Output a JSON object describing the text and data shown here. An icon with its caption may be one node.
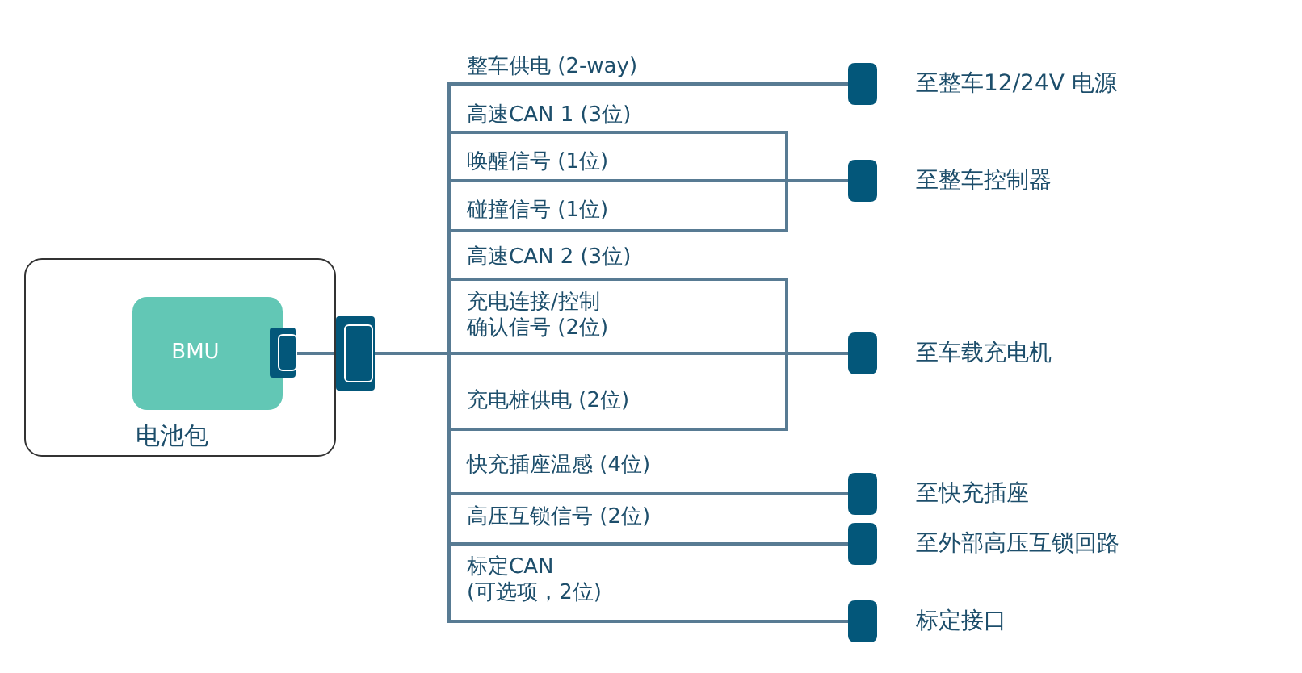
{
  "diagram": {
    "nodes": [
      {
        "text": [
          "电池包"
        ]
      },
      {
        "text": [
          "BMU"
        ],
        "in": 0
      },
      {
        "text": [],
        "shape": "box"
      },
      {
        "text": [
          "至整车12/24V 电源"
        ]
      },
      {
        "text": [
          "至整车控制器"
        ]
      },
      {
        "text": [
          "至车载充电机"
        ]
      },
      {
        "text": [
          "至快充插座"
        ]
      },
      {
        "text": [
          "至外部高压互锁回路"
        ]
      },
      {
        "text": [
          "标定接口"
        ]
      }
    ],
    "edges": [
      {
        "from": 1,
        "to": 2,
        "arrow": "none"
      },
      {
        "from": 2,
        "to": 3,
        "arrow": "none"
      },
      {
        "from": 2,
        "to": 4,
        "arrow": "none"
      },
      {
        "from": 2,
        "to": 5,
        "arrow": "none"
      },
      {
        "from": 2,
        "to": 6,
        "arrow": "none"
      },
      {
        "from": 2,
        "to": 7,
        "arrow": "none"
      },
      {
        "from": 2,
        "to": 8,
        "arrow": "none"
      }
    ],
    "labels": [
      "整车供电 (2-way)",
      "高速CAN 1 (3位)",
      "唤醒信号 (1位)",
      "碰撞信号 (1位)",
      "高速CAN 2 (3位)",
      "充电连接/控制确认信号 (2位)",
      "充电桩供电 (2位)",
      "快充插座温感 (4位)",
      "高压互锁信号 (2位)",
      "标定CAN (可选项，2位)"
    ]
  }
}
